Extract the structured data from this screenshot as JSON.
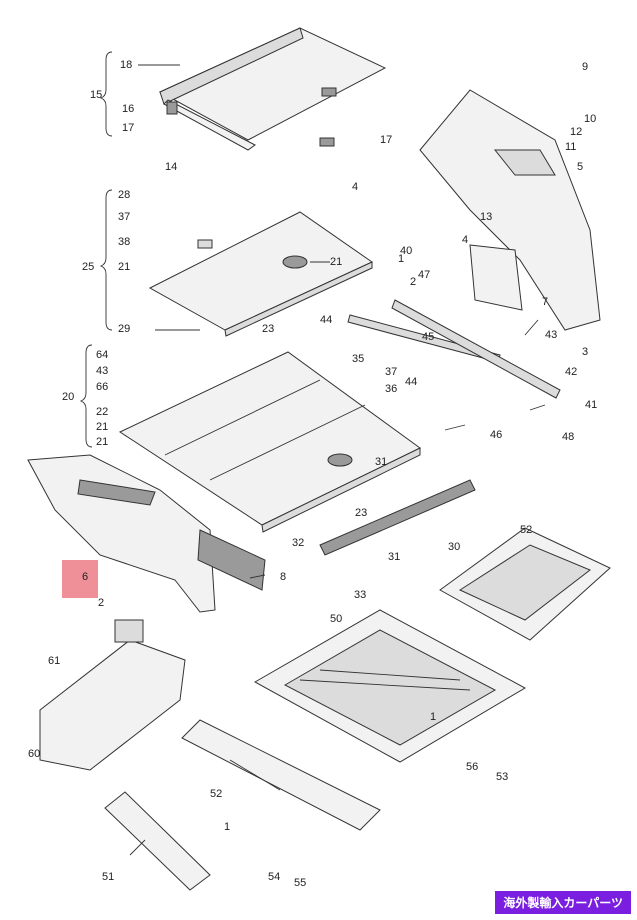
{
  "badge": {
    "text": "海外製輸入カーパーツ",
    "color": "#7a1fe0"
  },
  "highlight_color": "#ef8f98",
  "callouts": [
    "18",
    "15",
    "16",
    "17",
    "17",
    "9",
    "10",
    "12",
    "11",
    "5",
    "14",
    "4",
    "4",
    "13",
    "28",
    "37",
    "38",
    "25",
    "21",
    "21",
    "29",
    "23",
    "1",
    "44",
    "7",
    "2",
    "3",
    "45",
    "43",
    "35",
    "37",
    "36",
    "44",
    "42",
    "41",
    "48",
    "20",
    "22",
    "21",
    "21",
    "31",
    "46",
    "23",
    "32",
    "30",
    "31",
    "33",
    "52",
    "8",
    "2",
    "6",
    "47",
    "50",
    "61",
    "60",
    "1",
    "56",
    "53",
    "52",
    "1",
    "51",
    "54",
    "55",
    "40",
    "64",
    "43",
    "66"
  ]
}
